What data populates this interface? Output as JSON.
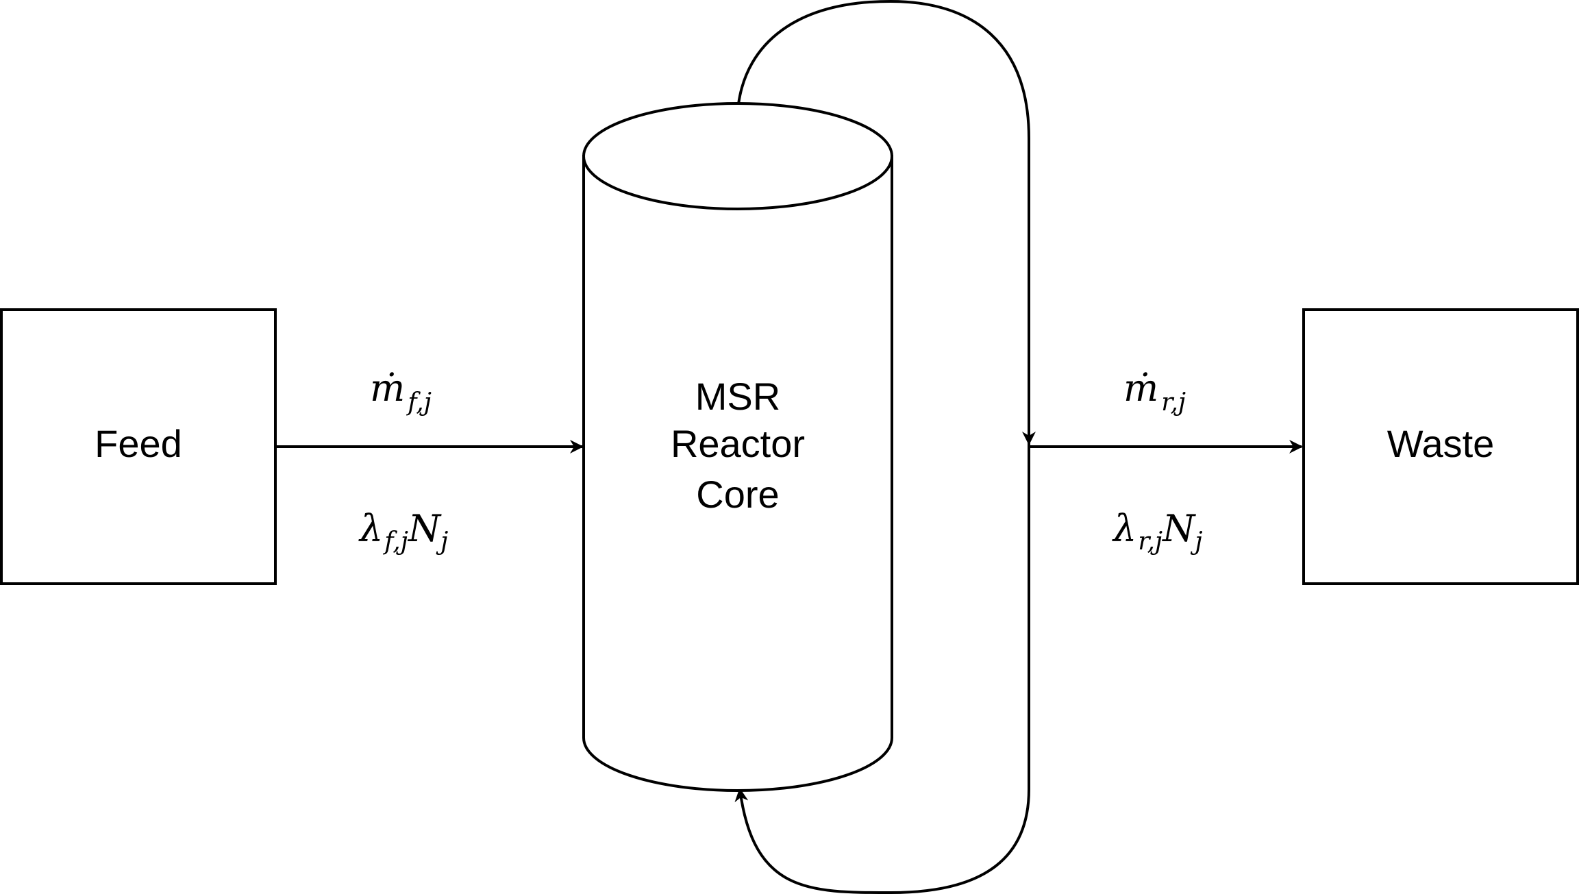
{
  "nodes": {
    "feed": {
      "label": "Feed"
    },
    "core": {
      "lines": [
        "MSR",
        "Reactor",
        "Core"
      ]
    },
    "waste": {
      "label": "Waste"
    }
  },
  "flows": {
    "feed_mass": {
      "symbol": "ṁ",
      "subscript": "f,j"
    },
    "feed_lambda": {
      "symbol": "λ",
      "subscript": "f,j",
      "tail": "N",
      "tail_subscript": "j"
    },
    "removal_mass": {
      "symbol": "ṁ",
      "subscript": "r,j"
    },
    "removal_lambda": {
      "symbol": "λ",
      "subscript": "r,j",
      "tail": "N",
      "tail_subscript": "j"
    }
  }
}
